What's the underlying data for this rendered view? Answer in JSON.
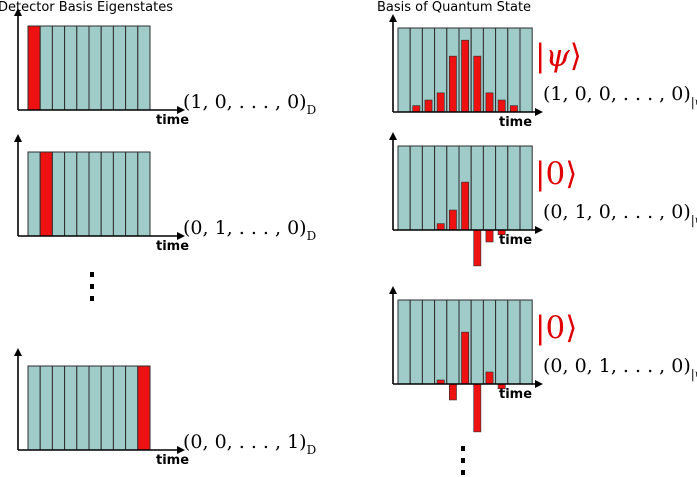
{
  "left_title": "Detector Basis Eigenstates",
  "right_title": "Basis of Quantum State",
  "time_label": "time",
  "colors": {
    "slot": "#9fcbc9",
    "highlight": "#ee1111",
    "ket": "#e00000",
    "axis": "#000000"
  },
  "detector_panels": [
    {
      "id": "detector-panel-1",
      "highlight_index": 0,
      "tuple_main": "(1, 0, . . . , 0)",
      "tuple_sub": "D"
    },
    {
      "id": "detector-panel-2",
      "highlight_index": 1,
      "tuple_main": "(0, 1, . . . , 0)",
      "tuple_sub": "D"
    },
    {
      "id": "detector-panel-3",
      "highlight_index": 9,
      "tuple_main": "(0, 0, . . . , 1)",
      "tuple_sub": "D"
    }
  ],
  "quantum_panels": [
    {
      "id": "quantum-panel-1",
      "ket_inner": "ψ",
      "ket_italic": true,
      "tuple_main": "(1, 0, 0, . . . , 0)",
      "tuple_sub": "|ψ⟩",
      "amplitudes": [
        0,
        0.08,
        0.15,
        0.24,
        0.7,
        0.9,
        0.7,
        0.24,
        0.15,
        0.08,
        0
      ]
    },
    {
      "id": "quantum-panel-2",
      "ket_inner": "0",
      "ket_italic": false,
      "tuple_main": "(0, 1, 0, . . . , 0)",
      "tuple_sub": "|ψ⟩",
      "amplitudes": [
        0,
        0,
        0,
        0.08,
        0.25,
        0.6,
        -0.45,
        -0.15,
        -0.06,
        0,
        0
      ]
    },
    {
      "id": "quantum-panel-3",
      "ket_inner": "0",
      "ket_italic": false,
      "tuple_main": "(0, 0, 1, . . . , 0)",
      "tuple_sub": "|ψ⟩",
      "amplitudes": [
        0,
        0,
        0,
        0.05,
        -0.2,
        0.65,
        -0.6,
        0.15,
        -0.06,
        0,
        0
      ]
    }
  ]
}
